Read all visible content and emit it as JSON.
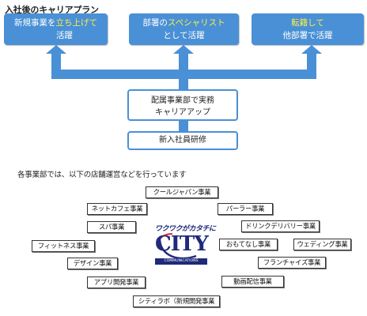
{
  "title": "入社後のキャリアプラン",
  "goals": [
    {
      "pre": "新規事業を",
      "highlight": "立ち上げて",
      "post": "",
      "line2": "活躍"
    },
    {
      "pre": "部署の",
      "highlight": "スペシャリスト",
      "post": "",
      "line2": "として活躍"
    },
    {
      "pre": "",
      "highlight": "転籍して",
      "post": "",
      "line2": "他部署で活躍"
    }
  ],
  "stages": {
    "assigned_line1": "配属事業部で実務",
    "assigned_line2": "キャリアアップ",
    "training": "新入社員研修"
  },
  "intro": "各事業部では、以下の店舗運営などを行っています",
  "businesses": [
    "クールジャパン事業",
    "ネットカフェ事業",
    "パーラー事業",
    "スパ事業",
    "ドリンクデリバリー事業",
    "フィットネス事業",
    "おもてなし事業",
    "ウェディング事業",
    "デザイン事業",
    "フランチャイズ事業",
    "アプリ開発事業",
    "動画配信事業",
    "シティラボ（新規開発事業"
  ],
  "logo": {
    "top_text": "ワクワクがカタチに",
    "main": "CITY",
    "sub": "COMMUNICATIONS"
  },
  "colors": {
    "primary": "#4a90d6",
    "highlight": "#ffef40",
    "logo_navy": "#1f2a7a"
  }
}
